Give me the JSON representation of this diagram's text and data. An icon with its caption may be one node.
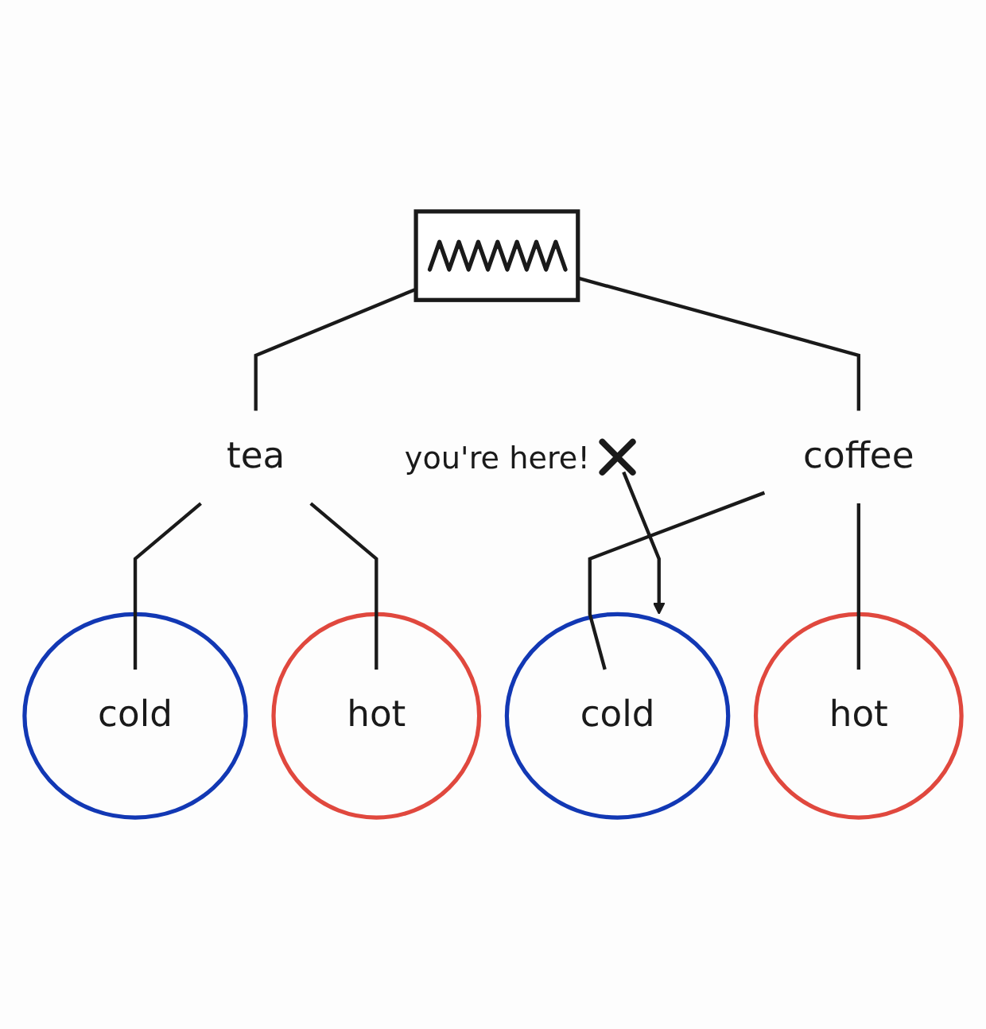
{
  "diagram": {
    "nodes": [
      {
        "text": [],
        "shape": "box"
      },
      {
        "text": [],
        "shape": "ellipse"
      },
      {
        "text": [],
        "shape": "ellipse"
      },
      {
        "text": [
          "tea"
        ]
      },
      {
        "text": [
          "cold"
        ],
        "in": 1
      },
      {
        "text": [
          "hot"
        ],
        "in": 2
      },
      {
        "text": [],
        "shape": "ellipse"
      },
      {
        "text": [],
        "shape": "ellipse"
      },
      {
        "text": [
          "coffee"
        ]
      },
      {
        "text": [
          "cold"
        ],
        "in": 6
      },
      {
        "text": [
          "hot"
        ],
        "in": 7
      },
      {
        "text": [],
        "shape": "cross",
        "beside": [
          "you're here!"
        ]
      }
    ],
    "edges": [
      {
        "from": 0,
        "to": 3,
        "arrow": "none"
      },
      {
        "from": 0,
        "to": 8,
        "arrow": "none"
      },
      {
        "from": 3,
        "to": 4,
        "arrow": "none"
      },
      {
        "from": 3,
        "to": 5,
        "arrow": "none"
      },
      {
        "from": 8,
        "to": 9,
        "arrow": "none"
      },
      {
        "from": 8,
        "to": 10,
        "arrow": "none"
      },
      {
        "from": 11,
        "to": 6,
        "arrow": "to"
      }
    ]
  }
}
